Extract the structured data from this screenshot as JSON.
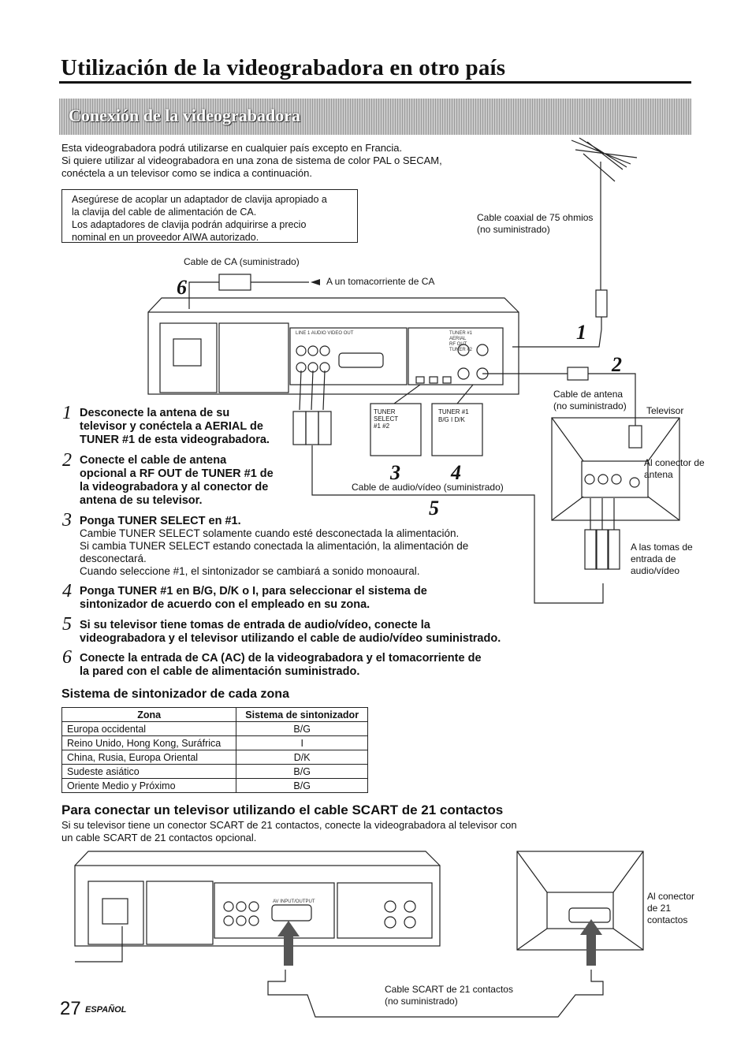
{
  "page": {
    "title": "Utilización de la videograbadora en otro país",
    "section": "Conexión de la videograbadora",
    "intro": [
      "Esta videograbadora podrá utilizarse en cualquier país excepto en Francia.",
      "Si quiere utilizar al videograbadora en una zona de sistema de color PAL o SECAM,",
      "conéctela a un televisor como se indica a continuación."
    ],
    "note": [
      "Asegúrese de acoplar un adaptador de clavija apropiado a",
      "la clavija del cable de alimentación de CA.",
      "Los adaptadores de clavija podrán adquirirse a precio",
      "nominal en un proveedor AIWA autorizado."
    ],
    "page_number": "27",
    "language": "ESPAÑOL"
  },
  "diagram1": {
    "ac_cable": "Cable de CA (suministrado)",
    "ac_outlet": "A un tomacorriente de CA",
    "coax_cable": [
      "Cable coaxial de 75 ohmios",
      "(no suministrado)"
    ],
    "antenna_cable": [
      "Cable de antena",
      "(no suministrado)"
    ],
    "tv": "Televisor",
    "antenna_connector": [
      "Al conector de",
      "antena"
    ],
    "av_jacks": [
      "A las tomas de",
      "entrada de",
      "audio/vídeo"
    ],
    "av_cable": "Cable de audio/vídeo (suministrado)",
    "tuner_select": [
      "TUNER",
      "SELECT"
    ],
    "tuner_select_pos": "#1  #2",
    "tuner1": "TUNER #1",
    "tuner1_pos": "B/G  I  D/K",
    "callouts": [
      "1",
      "2",
      "3",
      "4",
      "5",
      "6"
    ],
    "vcr_labels": [
      "LINE 1",
      "AUDIO",
      "VIDEO",
      "OUT",
      "TUNER #1",
      "AERIAL",
      "RF OUT",
      "TUNER #2"
    ]
  },
  "steps": [
    {
      "num": "1",
      "bold": [
        "Desconecte la antena de su",
        "televisor y conéctela a AERIAL de",
        "TUNER #1 de esta videograbadora."
      ],
      "body": []
    },
    {
      "num": "2",
      "bold": [
        "Conecte el cable de antena",
        "opcional a RF OUT de TUNER #1 de",
        "la videograbadora y al conector de",
        "antena de su televisor."
      ],
      "body": []
    },
    {
      "num": "3",
      "bold": [
        "Ponga TUNER SELECT en #1."
      ],
      "body": [
        "Cambie TUNER SELECT solamente cuando esté desconectada la alimentación.",
        "Si cambia TUNER SELECT estando conectada la alimentación, la alimentación de",
        "desconectará.",
        "Cuando seleccione #1, el sintonizador se cambiará a sonido monoaural."
      ]
    },
    {
      "num": "4",
      "bold": [
        "Ponga TUNER #1 en B/G, D/K o I, para seleccionar el sistema de",
        "sintonizador de acuerdo con el empleado en su zona."
      ],
      "body": []
    },
    {
      "num": "5",
      "bold": [
        "Si su televisor tiene tomas de entrada de audio/vídeo, conecte la",
        "videograbadora y el televisor utilizando el cable de audio/vídeo suministrado."
      ],
      "body": []
    },
    {
      "num": "6",
      "bold": [
        "Conecte la entrada de CA (AC) de la videograbadora y el tomacorriente de",
        "la pared con el cable de alimentación suministrado."
      ],
      "body": []
    }
  ],
  "zones": {
    "heading": "Sistema de sintonizador de cada zona",
    "columns": [
      "Zona",
      "Sistema de sintonizador"
    ],
    "rows": [
      [
        "Europa occidental",
        "B/G"
      ],
      [
        "Reino Unido, Hong Kong, Suráfrica",
        "I"
      ],
      [
        "China, Rusia, Europa Oriental",
        "D/K"
      ],
      [
        "Sudeste asiático",
        "B/G"
      ],
      [
        "Oriente Medio y Próximo",
        "B/G"
      ]
    ]
  },
  "scart": {
    "heading": "Para conectar un televisor utilizando el cable SCART de 21 contactos",
    "text": [
      "Si su televisor tiene un conector SCART de 21 contactos, conecte la videograbadora al televisor con",
      "un cable SCART de 21 contactos opcional."
    ],
    "cable": [
      "Cable SCART de 21 contactos",
      "(no suministrado)"
    ],
    "connector": [
      "Al conector",
      "de 21",
      "contactos"
    ],
    "av_label": "AV INPUT/OUTPUT"
  }
}
